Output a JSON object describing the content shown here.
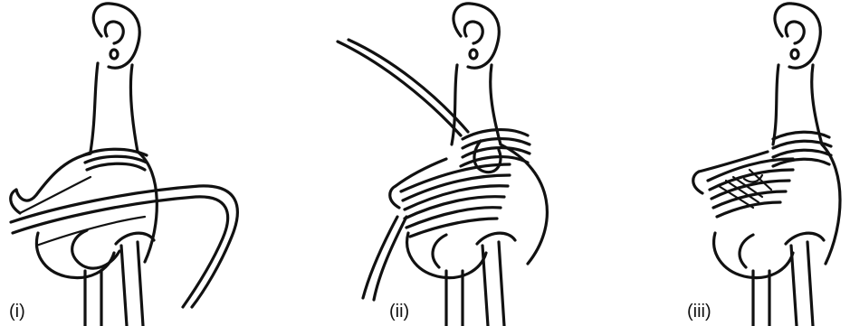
{
  "figure": {
    "panels": [
      {
        "caption": "(i)"
      },
      {
        "caption": "(ii)"
      },
      {
        "caption": "(iii)"
      }
    ]
  }
}
